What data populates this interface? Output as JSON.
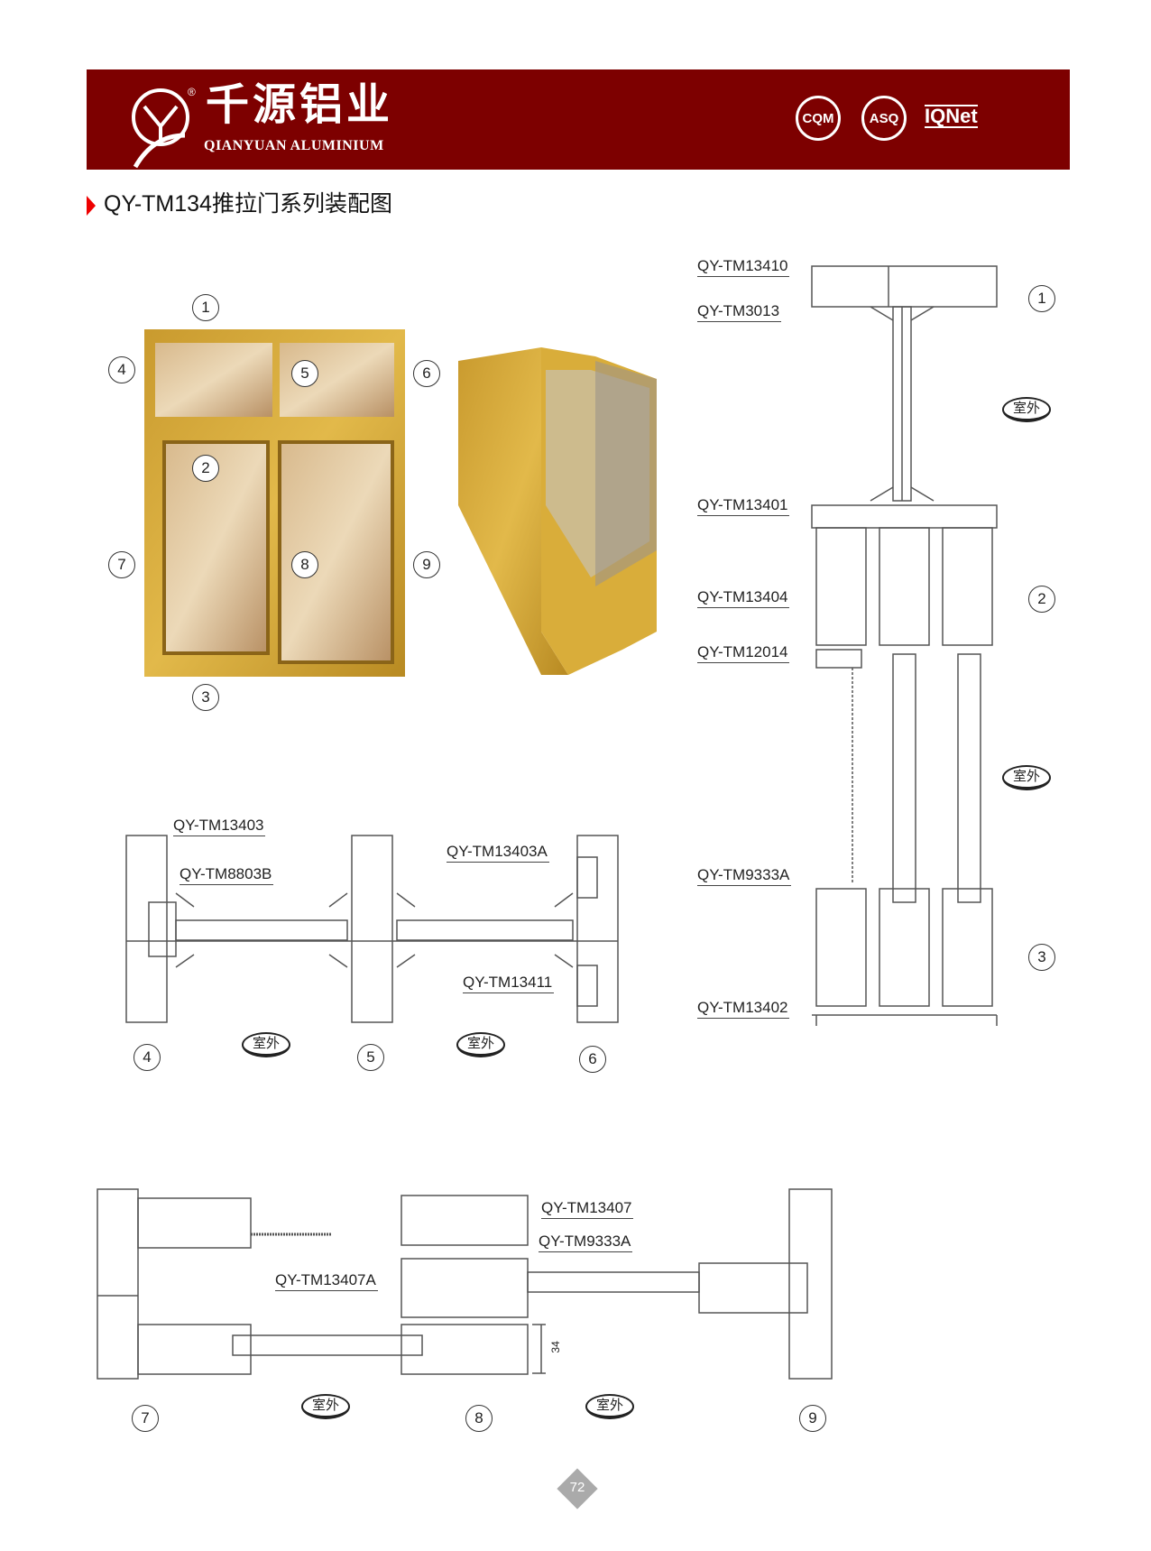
{
  "header": {
    "brand_cn": "千源铝业",
    "brand_en": "QIANYUAN ALUMINIUM",
    "registered": "®",
    "certs": [
      "CQM",
      "ASQ",
      "IQNet"
    ]
  },
  "title": "QY-TM134推拉门系列装配图",
  "photo_callouts": [
    "1",
    "2",
    "3",
    "4",
    "5",
    "6",
    "7",
    "8",
    "9"
  ],
  "vertical_section": {
    "labels": [
      "QY-TM13410",
      "QY-TM3013",
      "QY-TM13401",
      "QY-TM13404",
      "QY-TM12014",
      "QY-TM9333A",
      "QY-TM13402"
    ],
    "callouts": [
      "1",
      "2",
      "3"
    ],
    "outdoor": "室外"
  },
  "horizontal_section_top": {
    "labels": [
      "QY-TM13403",
      "QY-TM8803B",
      "QY-TM13403A",
      "QY-TM13411"
    ],
    "callouts": [
      "4",
      "5",
      "6"
    ],
    "outdoor": "室外"
  },
  "horizontal_section_bottom": {
    "labels": [
      "QY-TM13407",
      "QY-TM9333A",
      "QY-TM13407A"
    ],
    "callouts": [
      "7",
      "8",
      "9"
    ],
    "outdoor": "室外",
    "dimension": "34"
  },
  "page_number": "72"
}
